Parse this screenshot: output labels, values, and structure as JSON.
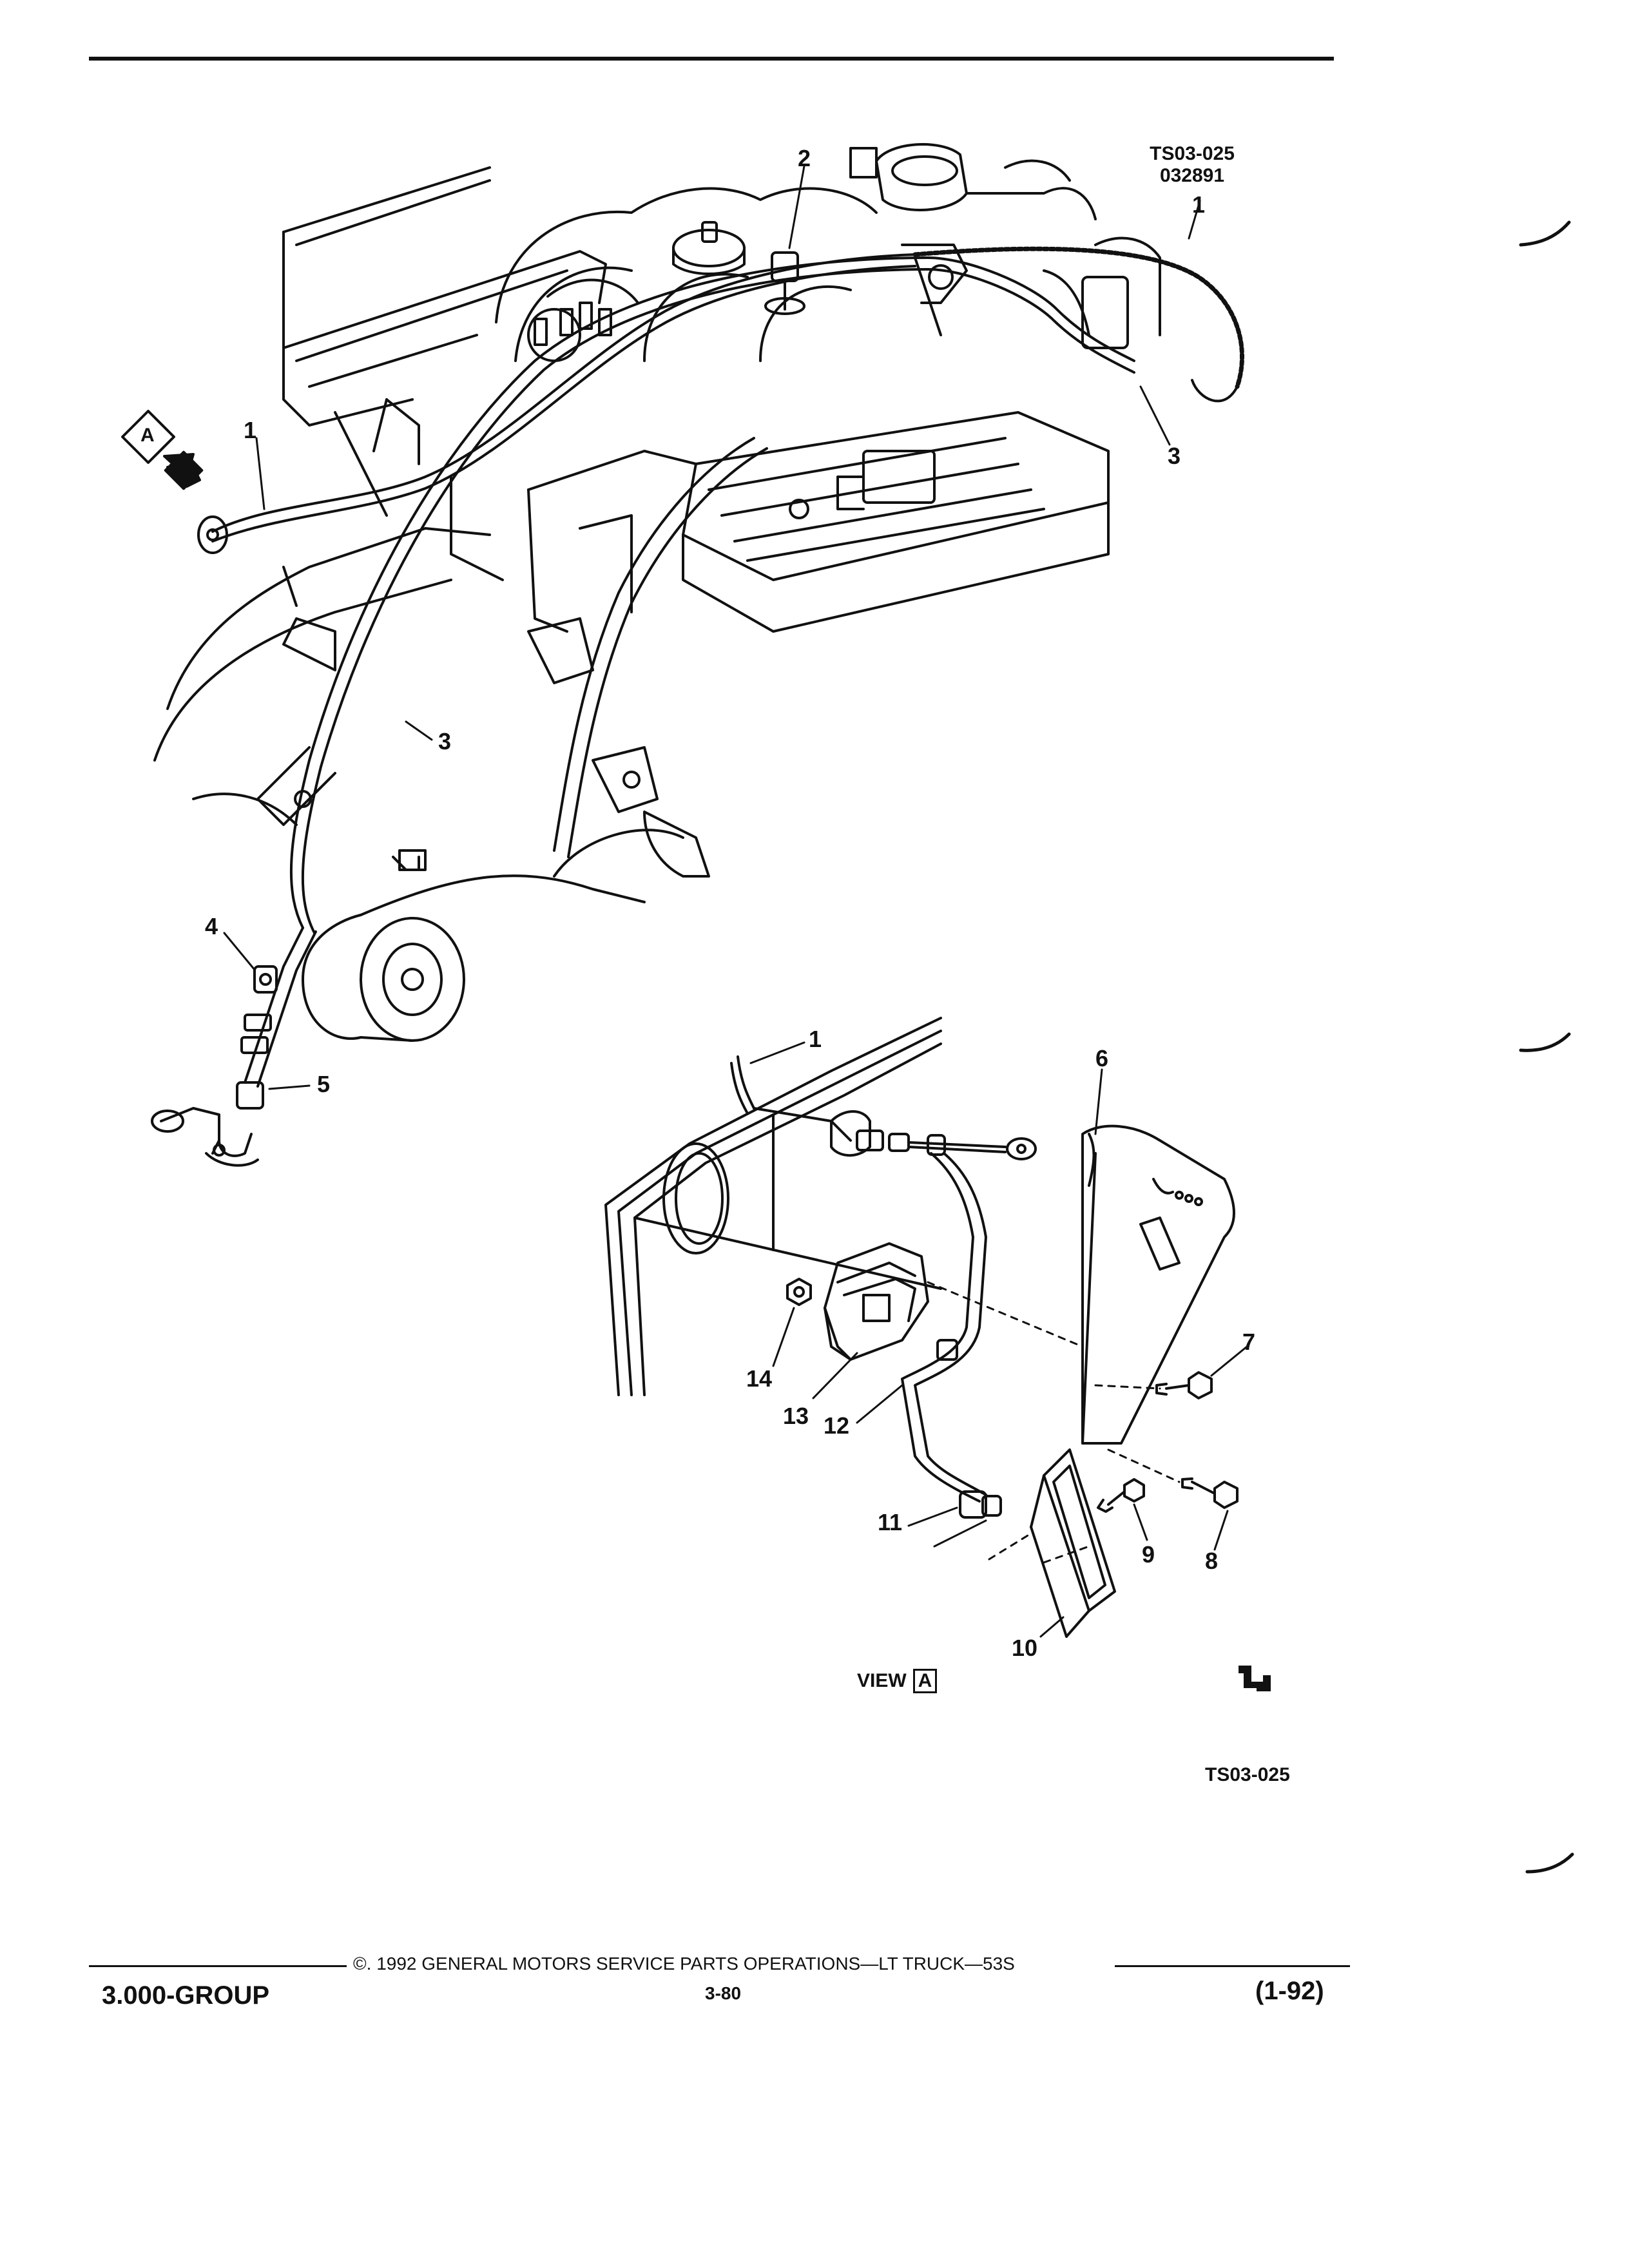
{
  "header": {
    "figure_id": "TS03-025",
    "figure_date": "032891"
  },
  "diagram": {
    "callouts": {
      "c1_top": "1",
      "c2": "2",
      "c3_right": "3",
      "c1_left": "1",
      "c3_mid": "3",
      "c4": "4",
      "c5": "5",
      "c1_view": "1",
      "c6": "6",
      "c7": "7",
      "c8": "8",
      "c9": "9",
      "c10": "10",
      "c11": "11",
      "c12": "12",
      "c13": "13",
      "c14": "14"
    },
    "view_marker_letter": "A",
    "view_label": "VIEW",
    "view_box_letter": "A",
    "figure_code_bottom": "TS03-025"
  },
  "footer": {
    "copyright": "©. 1992  GENERAL MOTORS SERVICE PARTS OPERATIONS—LT TRUCK—53S",
    "group": "3.000-GROUP",
    "page_number": "3-80",
    "revision": "(1-92)"
  }
}
